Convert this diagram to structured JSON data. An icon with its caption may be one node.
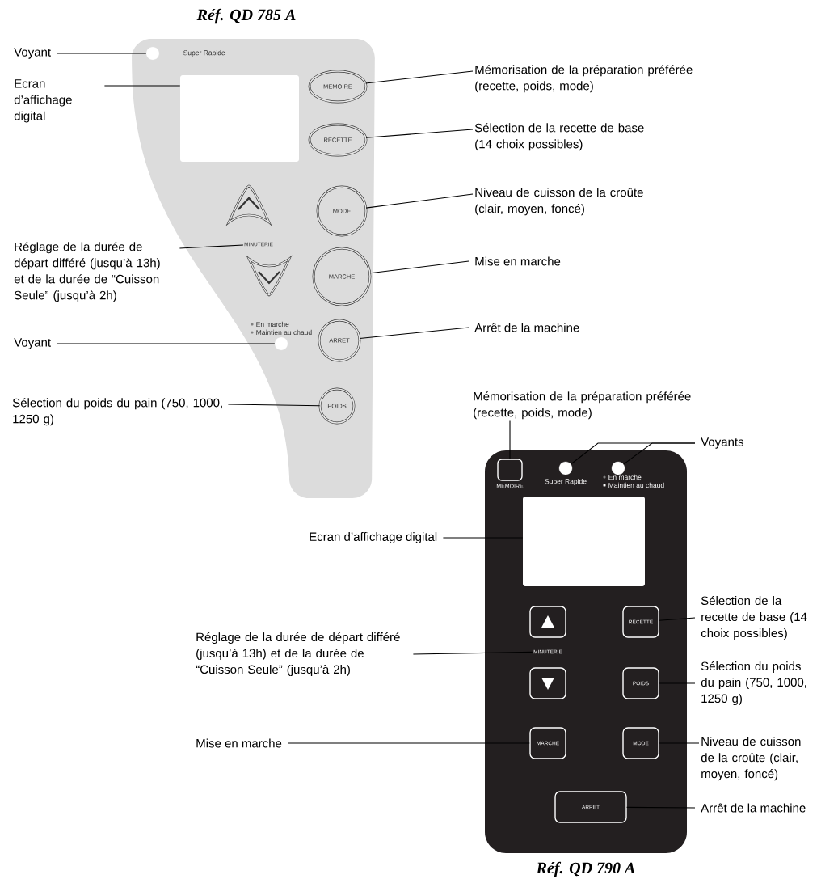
{
  "diagram": {
    "nodes": [
      {
        "text": [
          "Réf. QD 785 A"
        ]
      },
      {
        "text": [],
        "shape": "circle",
        "in": 0
      },
      {
        "text": [],
        "shape": "box",
        "in": 0
      },
      {
        "text": [
          "MEMOIRE"
        ],
        "in": 0
      },
      {
        "text": [
          "RECETTE"
        ],
        "in": 0
      },
      {
        "text": [],
        "shape": "chevron",
        "in": 0
      },
      {
        "text": [
          "MODE"
        ],
        "in": 0
      },
      {
        "text": [
          "MINUTERIE"
        ],
        "in": 0
      },
      {
        "text": [],
        "shape": "chevron",
        "in": 0
      },
      {
        "text": [
          "MARCHE"
        ],
        "in": 0
      },
      {
        "text": [],
        "shape": "circle",
        "in": 0
      },
      {
        "text": [
          "ARRET"
        ],
        "in": 0
      },
      {
        "text": [
          "POIDS"
        ],
        "in": 0
      },
      {
        "text": [
          "Voyant"
        ]
      },
      {
        "text": [
          "Ecran d’affichage digital"
        ]
      },
      {
        "text": [
          "Mémorisation de la préparation préférée (recette, poids, mode)"
        ]
      },
      {
        "text": [
          "Sélection de la recette de base (14 choix possibles)"
        ]
      },
      {
        "text": [
          "Niveau de cuisson de la croûte (clair, moyen, foncé)"
        ]
      },
      {
        "text": [
          "Réglage de la durée de départ différé (jusqu’à 13h) et de la durée de “Cuisson Seule” (jusqu’à 2h)"
        ]
      },
      {
        "text": [
          "Mise en marche"
        ]
      },
      {
        "text": [
          "Arrêt de la machine"
        ]
      },
      {
        "text": [
          "Voyant"
        ]
      },
      {
        "text": [
          "Sélection du poids du pain (750, 1000, 1250 g)"
        ]
      },
      {
        "text": [
          "Réf. QD 790 A"
        ]
      },
      {
        "text": [
          "MEMOIRE"
        ],
        "in": 23
      },
      {
        "text": [],
        "shape": "circle",
        "in": 23
      },
      {
        "text": [],
        "shape": "circle",
        "in": 23
      },
      {
        "text": [],
        "shape": "box",
        "in": 23
      },
      {
        "text": [],
        "shape": "button",
        "in": 23
      },
      {
        "text": [
          "RECETTE"
        ],
        "in": 23
      },
      {
        "text": [
          "MINUTERIE"
        ],
        "in": 23
      },
      {
        "text": [],
        "shape": "button",
        "in": 23
      },
      {
        "text": [
          "POIDS"
        ],
        "in": 23
      },
      {
        "text": [
          "MARCHE"
        ],
        "in": 23
      },
      {
        "text": [
          "MODE"
        ],
        "in": 23
      },
      {
        "text": [
          "ARRET"
        ],
        "in": 23
      },
      {
        "text": [
          "Mémorisation de la préparation préférée (recette, poids, mode)"
        ]
      },
      {
        "text": [
          "Voyants"
        ]
      },
      {
        "text": [
          "Ecran d’affichage digital"
        ]
      },
      {
        "text": [
          "Sélection de la recette de base (14 choix possibles)"
        ]
      },
      {
        "text": [
          "Réglage de la durée de départ différé (jusqu’à 13h) et de la durée de “Cuisson Seule” (jusqu’à 2h)"
        ]
      },
      {
        "text": [
          "Sélection du poids du pain (750, 1000, 1250 g)"
        ]
      },
      {
        "text": [
          "Mise en marche"
        ]
      },
      {
        "text": [
          "Niveau de cuisson de la croûte (clair, moyen, foncé)"
        ]
      },
      {
        "text": [
          "Arrêt de la machine"
        ]
      }
    ],
    "edges": [
      {
        "from": 13,
        "to": 1,
        "arrow": "none"
      },
      {
        "from": 14,
        "to": 2,
        "arrow": "none"
      },
      {
        "from": 15,
        "to": 3,
        "arrow": "none"
      },
      {
        "from": 16,
        "to": 4,
        "arrow": "none"
      },
      {
        "from": 17,
        "to": 6,
        "arrow": "none"
      },
      {
        "from": 18,
        "to": 7,
        "arrow": "none"
      },
      {
        "from": 19,
        "to": 9,
        "arrow": "none"
      },
      {
        "from": 20,
        "to": 11,
        "arrow": "none"
      },
      {
        "from": 21,
        "to": 10,
        "arrow": "none"
      },
      {
        "from": 22,
        "to": 12,
        "arrow": "none"
      },
      {
        "from": 36,
        "to": 24,
        "arrow": "none"
      },
      {
        "from": 37,
        "to": 25,
        "arrow": "none"
      },
      {
        "from": 37,
        "to": 26,
        "arrow": "none"
      },
      {
        "from": 38,
        "to": 27,
        "arrow": "none"
      },
      {
        "from": 39,
        "to": 29,
        "arrow": "none"
      },
      {
        "from": 40,
        "to": 30,
        "arrow": "none"
      },
      {
        "from": 41,
        "to": 32,
        "arrow": "none"
      },
      {
        "from": 42,
        "to": 33,
        "arrow": "none"
      },
      {
        "from": 43,
        "to": 34,
        "arrow": "none"
      },
      {
        "from": 44,
        "to": 35,
        "arrow": "none"
      }
    ],
    "labels": [
      "Super Rapide",
      "En marche",
      "Maintien au chaud",
      "Super Rapide",
      "En marche",
      "Maintien au chaud"
    ]
  }
}
